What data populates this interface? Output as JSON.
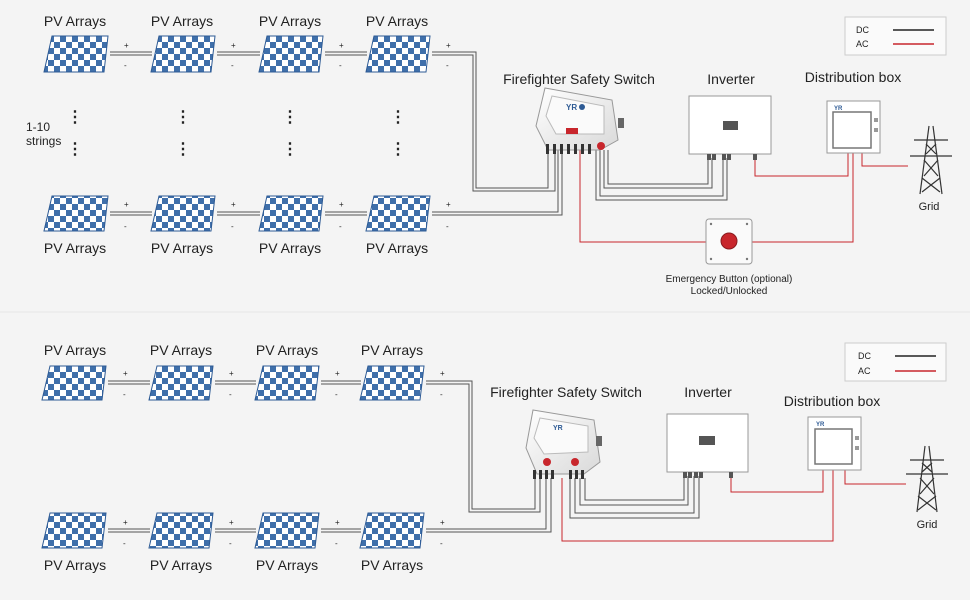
{
  "pv_label": "PV Arrays",
  "plus": "+",
  "minus": "-",
  "strings": [
    "1-10",
    "strings"
  ],
  "dots": "⋮",
  "switch_label": "Firefighter Safety Switch",
  "switch_brand": "YR",
  "inverter_label": "Inverter",
  "distribution_label": "Distribution box",
  "grid_label": "Grid",
  "legend": {
    "dc": "DC",
    "ac": "AC"
  },
  "emergency": [
    "Emergency Button (optional)",
    "Locked/Unlocked"
  ],
  "colors": {
    "dc": "#222222",
    "ac": "#c8262c",
    "panel_blue": "#3f6faa"
  }
}
